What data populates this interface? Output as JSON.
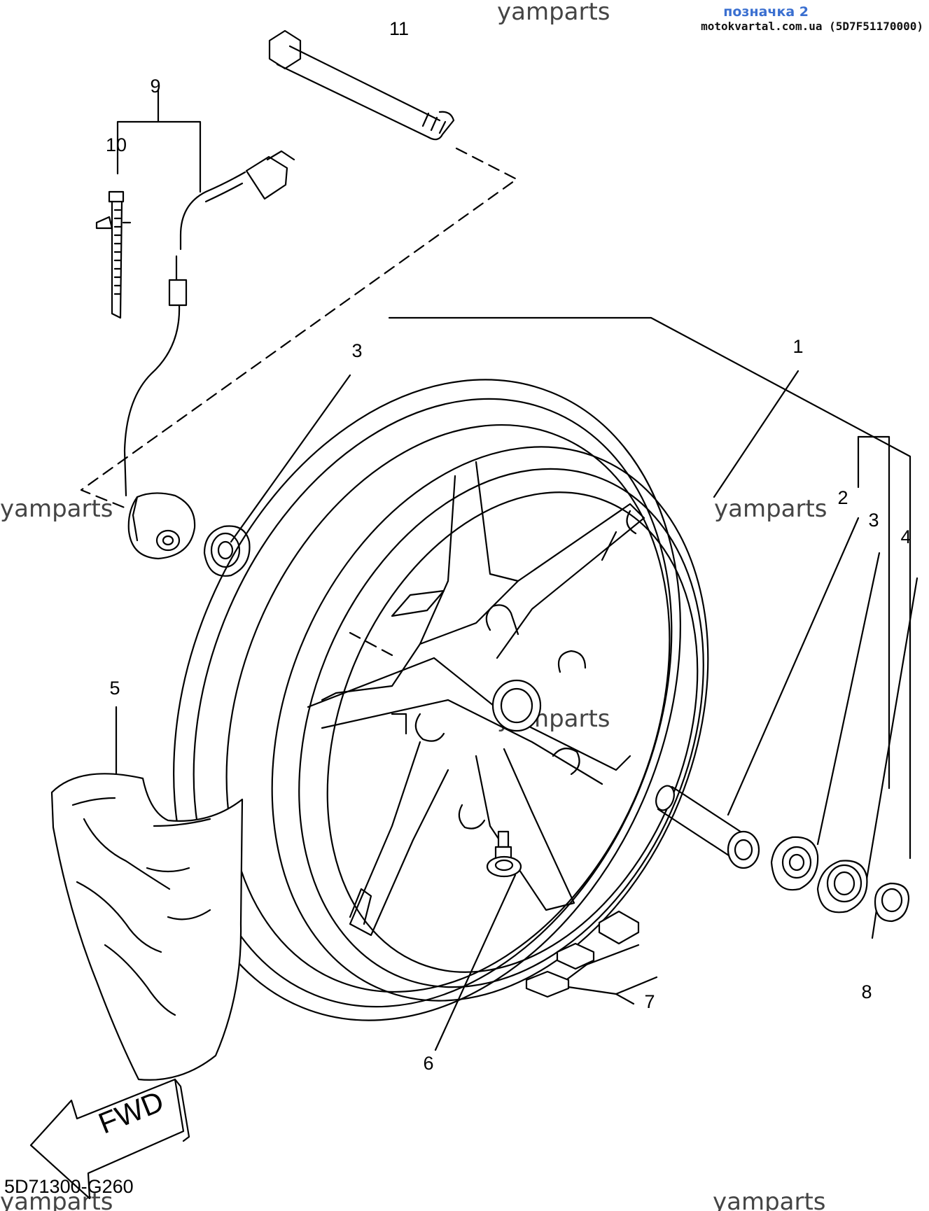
{
  "header": {
    "label": "позначка 2",
    "site_code": "motokvartal.com.ua (5D7F51170000)"
  },
  "watermark": "yamparts",
  "diagram_code": "5D71300-G260",
  "fwd_label": "FWD",
  "callouts": [
    "1",
    "2",
    "3",
    "3",
    "4",
    "5",
    "6",
    "7",
    "8",
    "9",
    "10",
    "11"
  ]
}
